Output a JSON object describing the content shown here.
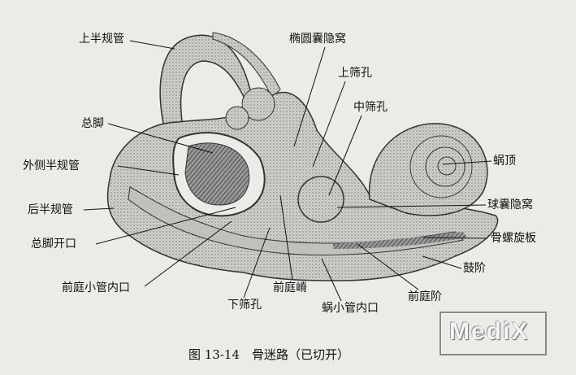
{
  "labels": {
    "superior_canal": "上半规管",
    "elliptical_recess": "椭圆囊隐窝",
    "superior_cribriform": "上筛孔",
    "middle_cribriform": "中筛孔",
    "common_crus": "总脚",
    "lateral_canal": "外侧半规管",
    "cupula": "蜗顶",
    "posterior_canal": "后半规管",
    "spherical_recess": "球囊隐窝",
    "common_crus_opening": "总脚开口",
    "osseous_spiral_lamina": "骨螺旋板",
    "scala_tympani": "鼓阶",
    "vestibular_aqueduct_opening": "前庭小管内口",
    "vestibular_crest": "前庭嵴",
    "scala_vestibuli": "前庭阶",
    "inferior_cribriform": "下筛孔",
    "cochlear_canaliculus_opening": "蜗小管内口"
  },
  "caption": "图 13-14　骨迷路（已切开）",
  "watermark": "MediX"
}
